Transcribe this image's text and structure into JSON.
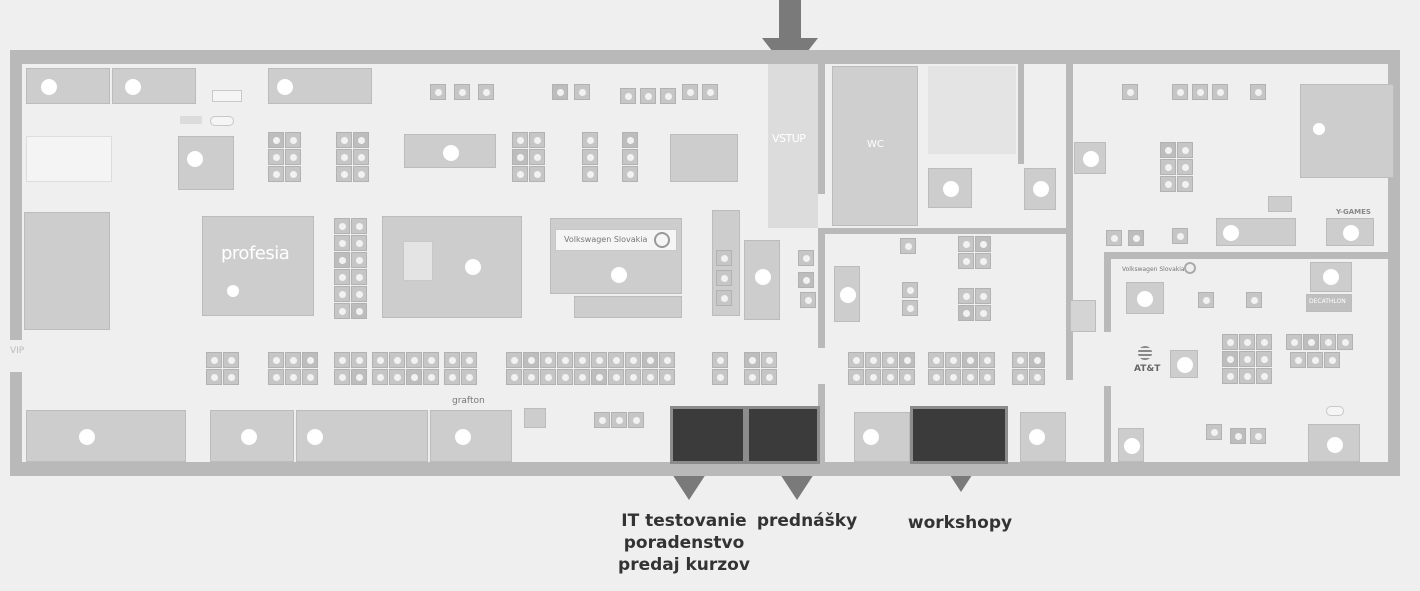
{
  "map": {
    "entrance_label": "VSTUP",
    "wc_label": "WC",
    "side_label": "VIP",
    "brand_labels": {
      "profesia": "profesia",
      "volkswagen_top": "Volkswagen Slovakia",
      "volkswagen_right": "Volkswagen Slovakia",
      "att": "AT&T",
      "y_games": "Y-GAMES",
      "decathlon": "DECATHLON",
      "graftonn": "grafton"
    },
    "rooms": [
      {
        "id": "room-it",
        "caption_lines": [
          "IT testovanie",
          "poradenstvo",
          "predaj kurzov"
        ]
      },
      {
        "id": "room-lectures",
        "caption_lines": [
          "prednášky"
        ]
      },
      {
        "id": "room-workshops",
        "caption_lines": [
          "workshopy"
        ]
      }
    ]
  },
  "colors": {
    "background": "#efefef",
    "walls": "#b9b9b9",
    "booth": "#cdcdcd",
    "room": "#3b3b3b",
    "arrow": "#7a7a7a",
    "caption": "#333333"
  },
  "icons": [
    "entrance-arrow-icon",
    "room-pointer-arrow-icon",
    "volkswagen-logo-icon",
    "att-logo-icon"
  ]
}
